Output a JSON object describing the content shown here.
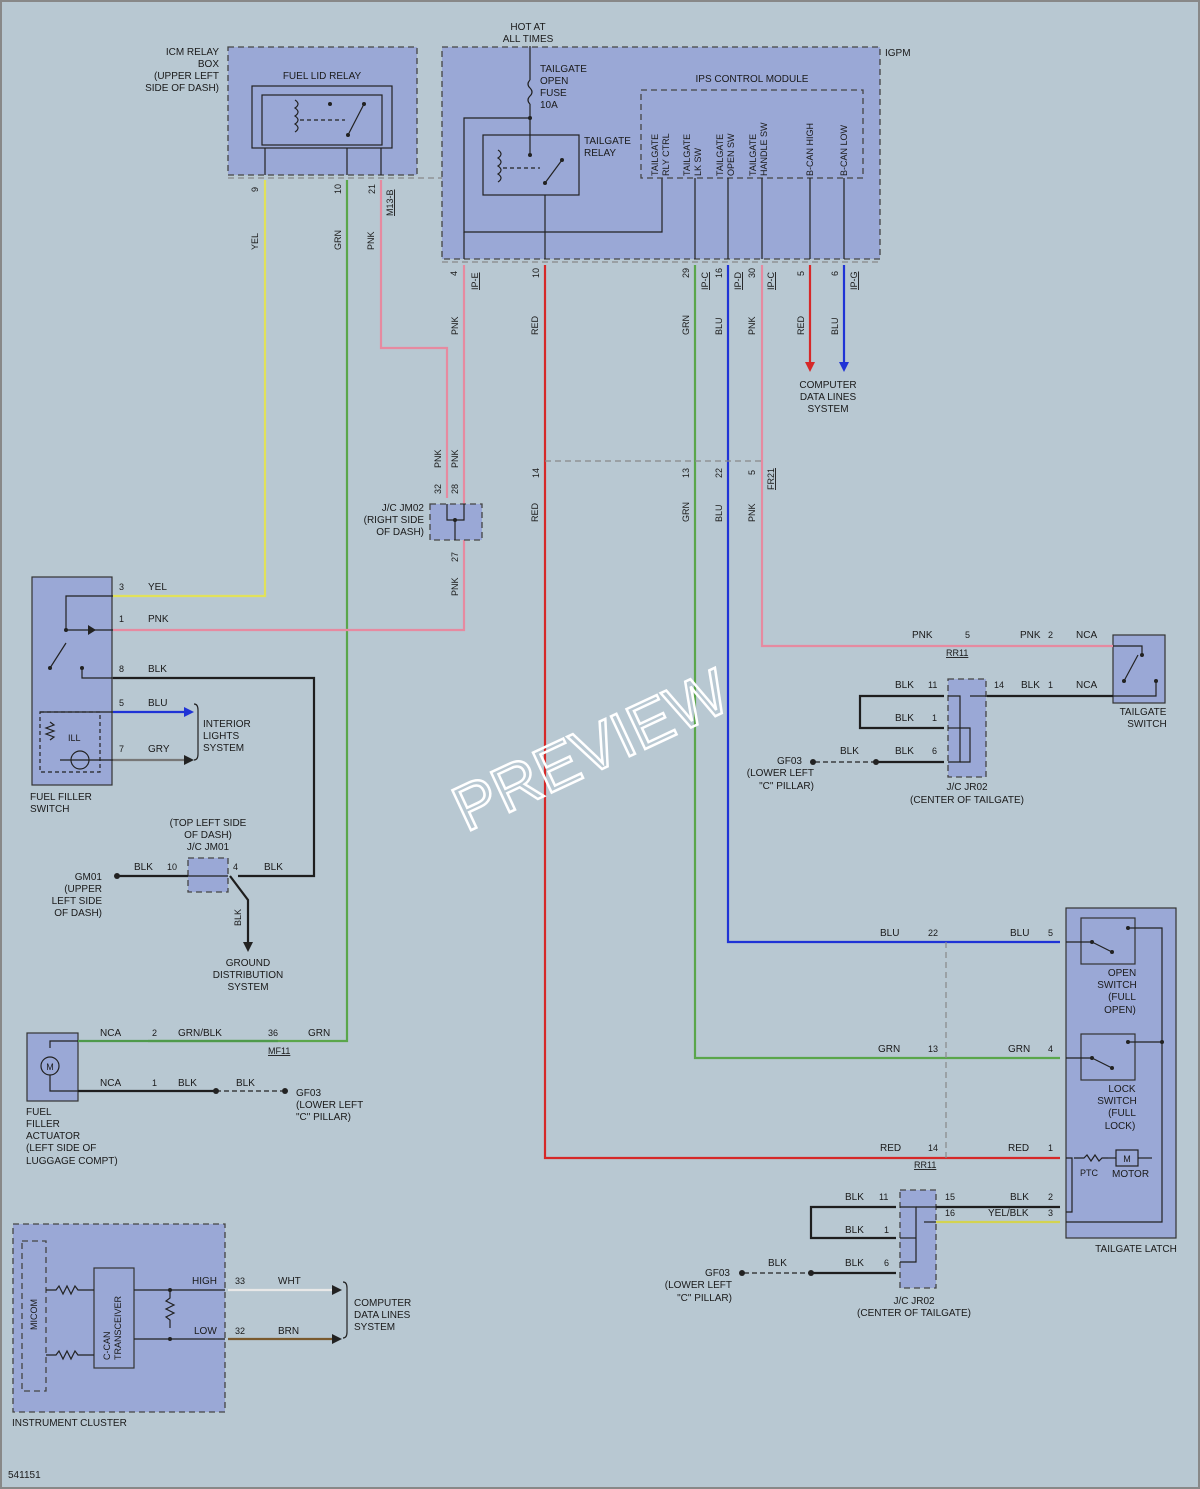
{
  "colors": {
    "YEL": "#e1e15a",
    "GRN": "#5aa64b",
    "PNK": "#e68aa0",
    "RED": "#d62828",
    "BLU": "#1f33d6",
    "BLK": "#1e1e1e",
    "GRY": "#777777",
    "WHT": "#e8e8e8",
    "BRN": "#7a5a2e",
    "YELBLK": "#d3d350",
    "GRNBLK": "#4e9a4b"
  },
  "title_code": "541151",
  "watermark": "PREVIEW",
  "icm": {
    "name_lines": [
      "ICM RELAY",
      "BOX",
      "(UPPER LEFT",
      "SIDE OF DASH)"
    ],
    "relay": "FUEL LID RELAY",
    "pins": [
      "9",
      "10",
      "21"
    ],
    "connector": "M13-B"
  },
  "igpm": {
    "name": "IGPM",
    "hot": [
      "HOT AT",
      "ALL TIMES"
    ],
    "fuse": [
      "TAILGATE",
      "OPEN",
      "FUSE",
      "10A"
    ],
    "relay": [
      "TAILGATE",
      "RELAY"
    ],
    "module": "IPS CONTROL MODULE",
    "inputs": [
      [
        "TAILGATE",
        "RLY CTRL"
      ],
      [
        "TAILGATE",
        "LK SW"
      ],
      [
        "TAILGATE",
        "OPEN SW"
      ],
      [
        "TAILGATE",
        "HANDLE SW"
      ],
      [
        "B-CAN HIGH"
      ],
      [
        "B-CAN LOW"
      ]
    ],
    "pins": [
      "4",
      "10",
      "29",
      "16",
      "30",
      "5",
      "6"
    ],
    "connectors": [
      "IP-E",
      "IP-C",
      "IP-D",
      "IP-C",
      "IP-G"
    ]
  },
  "wires": {
    "yel": "YEL",
    "grn": "GRN",
    "pnk": "PNK",
    "red": "RED",
    "blu": "BLU",
    "blk": "BLK",
    "gry": "GRY",
    "wht": "WHT",
    "brn": "BRN",
    "yelblk": "YEL/BLK",
    "grnblk": "GRN/BLK",
    "nca": "NCA"
  },
  "cdl": [
    "COMPUTER",
    "DATA LINES",
    "SYSTEM"
  ],
  "fr21": {
    "pins": [
      "14",
      "13",
      "22",
      "5"
    ],
    "name": "FR21"
  },
  "jm02": {
    "pins": [
      "32",
      "28",
      "27"
    ],
    "name": [
      "J/C JM02",
      "(RIGHT SIDE",
      "OF DASH)"
    ]
  },
  "ffs": {
    "name": [
      "FUEL FILLER",
      "SWITCH"
    ],
    "pins": [
      "3",
      "1",
      "8",
      "5",
      "7"
    ],
    "ill": "ILL"
  },
  "interior": [
    "INTERIOR",
    "LIGHTS",
    "SYSTEM"
  ],
  "jm01": {
    "name": [
      "(TOP LEFT SIDE",
      "OF DASH)",
      "J/C JM01"
    ],
    "pins": [
      "10",
      "4"
    ]
  },
  "gm01": [
    "GM01",
    "(UPPER",
    "LEFT SIDE",
    "OF DASH)"
  ],
  "ground": [
    "GROUND",
    "DISTRIBUTION",
    "SYSTEM"
  ],
  "actuator": {
    "name": [
      "FUEL",
      "FILLER",
      "ACTUATOR",
      "(LEFT SIDE OF",
      "LUGGAGE COMPT)"
    ],
    "pins": [
      "2",
      "1",
      "36"
    ],
    "connector": "MF11",
    "m": "M"
  },
  "gf03": [
    "GF03",
    "(LOWER LEFT",
    "\"C\" PILLAR)"
  ],
  "cluster": {
    "name": "INSTRUMENT CLUSTER",
    "micom": "MICOM",
    "trans": [
      "C-CAN",
      "TRANSCEIVER"
    ],
    "high": "HIGH",
    "low": "LOW",
    "pins": [
      "33",
      "32"
    ]
  },
  "tgsw": {
    "name": [
      "TAILGATE",
      "SWITCH"
    ],
    "pins": [
      "5",
      "2",
      "14",
      "1",
      "11",
      "1",
      "6"
    ],
    "connector": "RR11"
  },
  "jr02": {
    "name": [
      "J/C JR02",
      "(CENTER OF TAILGATE)"
    ],
    "pins_a": [
      "11",
      "14",
      "1",
      "6"
    ],
    "pins_b": [
      "11",
      "15",
      "16",
      "1",
      "6"
    ]
  },
  "latch": {
    "name": "TAILGATE LATCH",
    "open": [
      "OPEN",
      "SWITCH",
      "(FULL",
      "OPEN)"
    ],
    "lock": [
      "LOCK",
      "SWITCH",
      "(FULL",
      "LOCK)"
    ],
    "ptc": "PTC",
    "motor": "MOTOR",
    "m": "M",
    "pins": [
      "5",
      "4",
      "1",
      "2",
      "3"
    ],
    "rr_pins": [
      "22",
      "13",
      "14"
    ],
    "connector": "RR11"
  }
}
